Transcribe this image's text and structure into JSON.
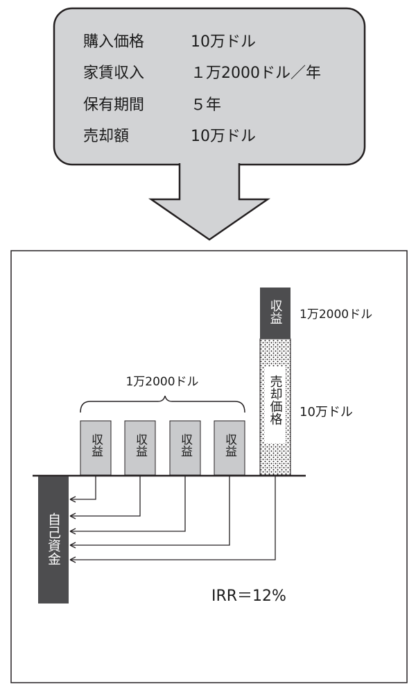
{
  "summary": {
    "rows": [
      {
        "label": "購入価格",
        "value": "10万ドル"
      },
      {
        "label": "家賃収入",
        "value": "１万2000ドル／年"
      },
      {
        "label": "保有期間",
        "value": "５年"
      },
      {
        "label": "売却額",
        "value": "10万ドル"
      }
    ]
  },
  "diagram": {
    "income_label": "収益",
    "income_bracket_label": "1万2000ドル",
    "final_income_label": "1万2000ドル",
    "sale_price_label": "売却価格",
    "sale_amount_label": "10万ドル",
    "equity_label": "自己資金",
    "irr_label": "IRR＝12%"
  },
  "colors": {
    "callout_fill": "#d2d3d5",
    "income_box_fill": "#c9cacc",
    "dark_fill": "#4d4d4f",
    "line": "#231f20"
  }
}
